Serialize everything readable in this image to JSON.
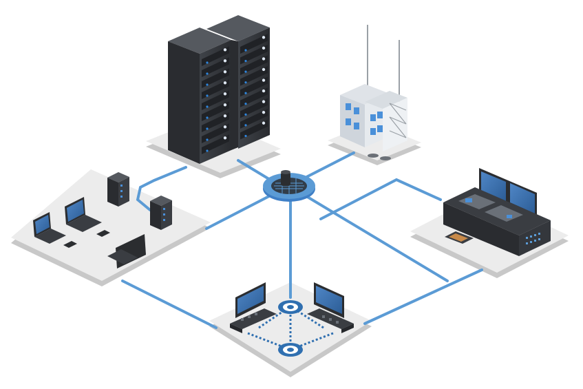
{
  "diagram": {
    "type": "isometric-network-topology",
    "colors": {
      "background": "#ffffff",
      "platform_top": "#ececec",
      "platform_side": "#c9c9c9",
      "cable": "#5b9bd5",
      "cable_dark": "#2f6fb0",
      "hub": "#4a90d9",
      "rack": "#3a3d42",
      "rack_dark": "#25272b",
      "led": "#2e86de",
      "screen": "#3b6ea8",
      "device": "#2b2d30"
    },
    "nodes": [
      {
        "id": "central-hub",
        "icon": "network-switch-icon"
      },
      {
        "id": "server-racks",
        "icon": "server-rack-icon"
      },
      {
        "id": "transmitter-site",
        "icon": "antenna-tower-icon"
      },
      {
        "id": "office-workstations",
        "icon": "laptop-icon"
      },
      {
        "id": "control-room",
        "icon": "mixing-console-icon"
      },
      {
        "id": "commentary-positions",
        "icon": "monitor-icon"
      }
    ],
    "links": [
      {
        "from": "central-hub",
        "to": "server-racks"
      },
      {
        "from": "central-hub",
        "to": "transmitter-site"
      },
      {
        "from": "central-hub",
        "to": "office-workstations"
      },
      {
        "from": "central-hub",
        "to": "control-room"
      },
      {
        "from": "central-hub",
        "to": "commentary-positions"
      },
      {
        "from": "office-workstations",
        "to": "commentary-positions"
      },
      {
        "from": "control-room",
        "to": "commentary-positions"
      }
    ]
  }
}
